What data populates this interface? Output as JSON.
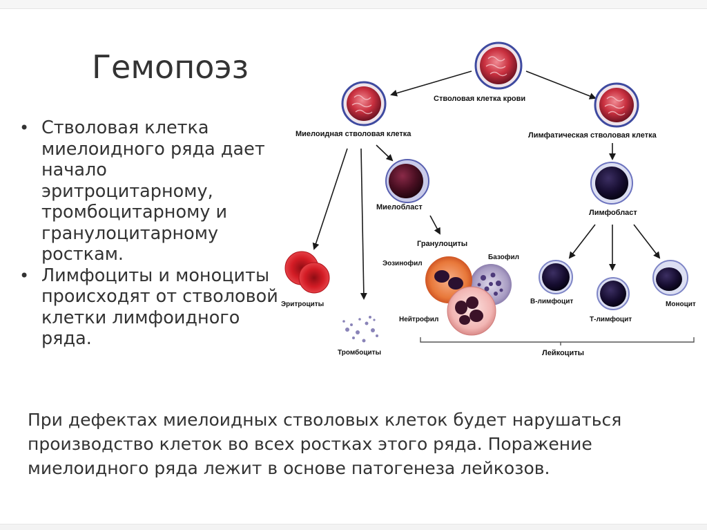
{
  "slide": {
    "title": "Гемопоэз",
    "bullets": [
      "Стволовая клетка миелоидного ряда дает начало эритроцитарному, тромбоцитарному и гранулоцитарному росткам.",
      "Лимфоциты и моноциты происходят от стволовой клетки лимфоидного ряда."
    ],
    "bottom_text": "При дефектах миелоидных стволовых клеток будет нарушаться производство клеток во всех ростках этого ряда. Поражение миелоидного ряда лежит в основе патогенеза лейкозов."
  },
  "diagram": {
    "labels": {
      "stem": "Стволовая клетка крови",
      "myeloid_stem": "Миелоидная стволовая клетка",
      "lymphoid_stem": "Лимфатическая стволовая клетка",
      "myeloblast": "Миелобласт",
      "lymphoblast": "Лимфобласт",
      "granulocytes": "Гранулоциты",
      "eosinophil": "Эозинофил",
      "basophil": "Базофил",
      "neutrophil": "Нейтрофил",
      "erythrocytes": "Эритроциты",
      "thrombocytes": "Тромбоциты",
      "b_lymphocyte": "В-лимфоцит",
      "t_lymphocyte": "Т-лимфоцит",
      "monocyte": "Моноцит",
      "leukocytes": "Лейкоциты"
    },
    "colors": {
      "stem_cell": "#c9303f",
      "blast_nucleus": "#4a0f22",
      "erythrocyte": "#d31c25",
      "eosinophil": "#e8783a",
      "basophil": "#a79bc2",
      "neutrophil": "#f2b6b4",
      "lymph_nucleus": "#160d30",
      "lymph_rim": "#7e85c6"
    }
  }
}
